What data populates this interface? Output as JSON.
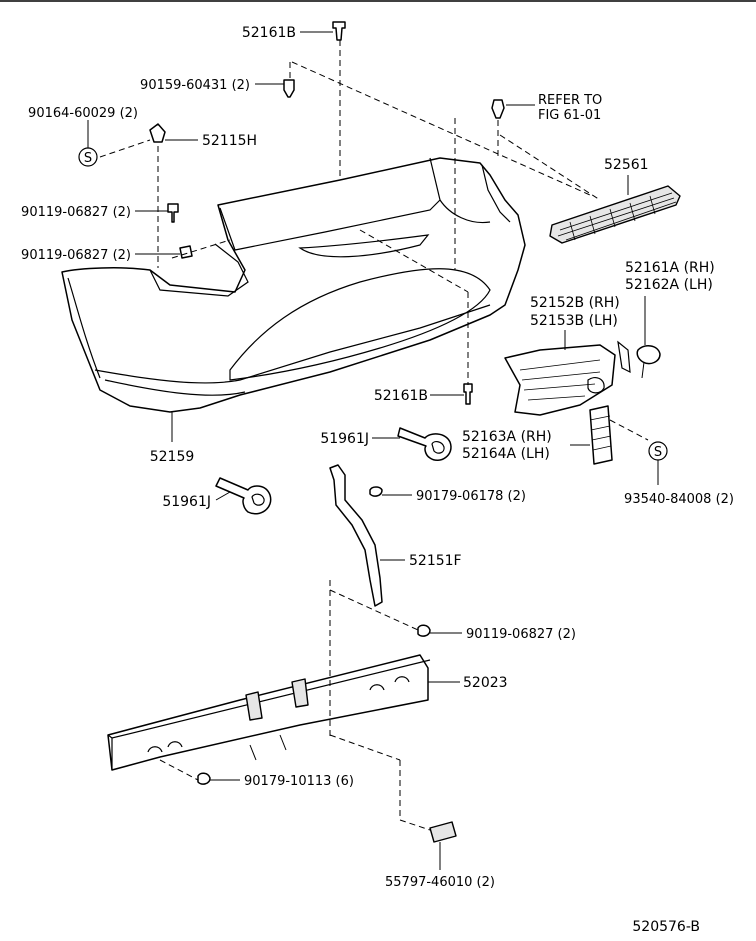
{
  "callouts": {
    "c52161b_top": "52161B",
    "c90159": "90159-60431 (2)",
    "c90164": "90164-60029 (2)",
    "c52115h": "52115H",
    "refer1": "REFER TO",
    "refer2": "FIG 61-01",
    "c52561": "52561",
    "c90119_a": "90119-06827 (2)",
    "c90119_b": "90119-06827 (2)",
    "c52161a": "52161A (RH)",
    "c52162a": "52162A (LH)",
    "c52152b": "52152B (RH)",
    "c52153b": "52153B (LH)",
    "c52161b_mid": "52161B",
    "c52159": "52159",
    "c51961j_a": "51961J",
    "c52163a": "52163A (RH)",
    "c52164a": "52164A (LH)",
    "c93540": "93540-84008 (2)",
    "c51961j_b": "51961J",
    "c90179_06178": "90179-06178 (2)",
    "c52151f": "52151F",
    "c90119_c": "90119-06827 (2)",
    "c52023": "52023",
    "c90179_10113": "90179-10113 (6)",
    "c55797": "55797-46010 (2)"
  },
  "symbols": {
    "s_mark": "S"
  },
  "figure_id": "520576-B"
}
